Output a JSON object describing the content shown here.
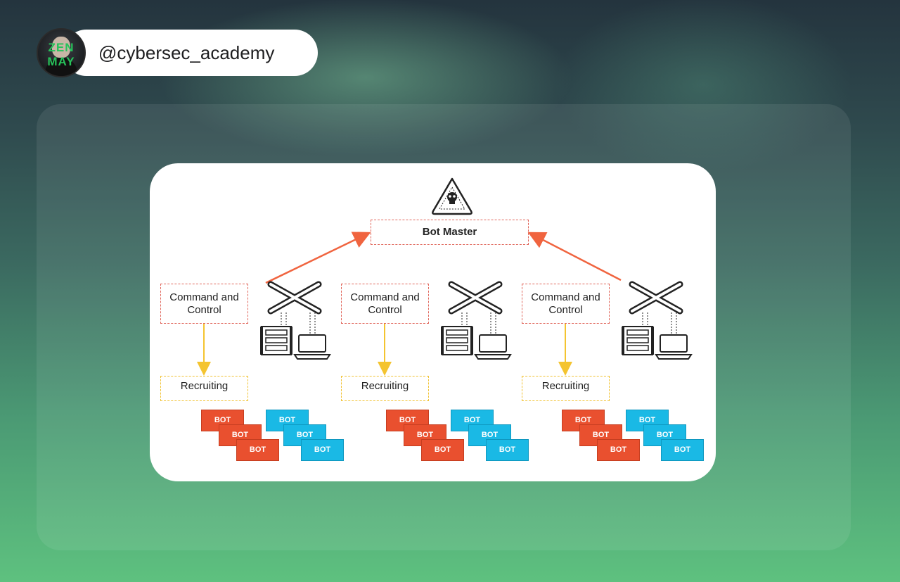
{
  "profile": {
    "handle": "@cybersec_academy",
    "avatar_text": "ZEN MAY"
  },
  "diagram": {
    "bot_master_label": "Bot Master",
    "columns": [
      {
        "cc_line1": "Command and",
        "cc_line2": "Control",
        "recruiting": "Recruiting",
        "bots_red": [
          "BOT",
          "BOT",
          "BOT"
        ],
        "bots_blue": [
          "BOT",
          "BOT",
          "BOT"
        ]
      },
      {
        "cc_line1": "Command and",
        "cc_line2": "Control",
        "recruiting": "Recruiting",
        "bots_red": [
          "BOT",
          "BOT",
          "BOT"
        ],
        "bots_blue": [
          "BOT",
          "BOT",
          "BOT"
        ]
      },
      {
        "cc_line1": "Command and",
        "cc_line2": "Control",
        "recruiting": "Recruiting",
        "bots_red": [
          "BOT",
          "BOT",
          "BOT"
        ],
        "bots_blue": [
          "BOT",
          "BOT",
          "BOT"
        ]
      }
    ],
    "colors": {
      "arrow_red": "#f0643f",
      "arrow_yellow": "#f4c430",
      "bot_red": "#e9502f",
      "bot_blue": "#1ab9e5",
      "box_red_dash": "#e0655a",
      "box_yellow_dash": "#f1c232"
    },
    "icons": [
      "skull-warning-icon",
      "network-switch-icon",
      "server-rack-icon",
      "laptop-icon"
    ]
  }
}
